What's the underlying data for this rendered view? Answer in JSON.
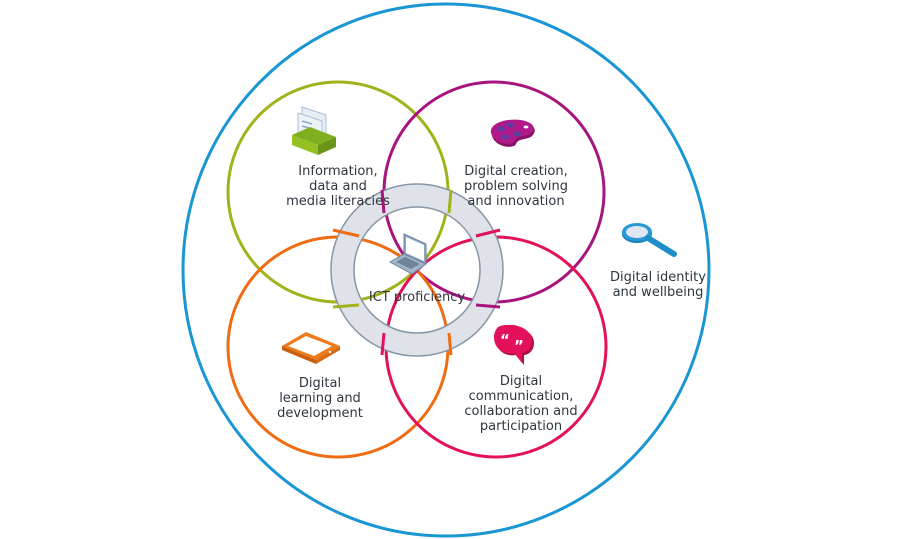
{
  "title": "Digital competence framework",
  "colors": {
    "outer": "#1a96d4",
    "info": "#a2b21c",
    "creation": "#a8147e",
    "learning": "#ef6c12",
    "communication": "#e3115a",
    "ring_fill": "#dfe3e9",
    "ring_stroke": "#8796a6",
    "text": "#2f3640"
  },
  "domains": {
    "information": {
      "lines": [
        "Information,",
        "data and",
        "media literacies"
      ],
      "icon": "card-file-icon"
    },
    "creation": {
      "lines": [
        "Digital creation,",
        "problem solving",
        "and innovation"
      ],
      "icon": "paint-palette-icon"
    },
    "learning": {
      "lines": [
        "Digital",
        "learning and",
        "development"
      ],
      "icon": "tablet-icon"
    },
    "communication": {
      "lines": [
        "Digital",
        "communication,",
        "collaboration and",
        "participation"
      ],
      "icon": "speech-bubble-quote-icon"
    },
    "identity": {
      "lines": [
        "Digital identity",
        "and wellbeing"
      ],
      "icon": "magnifying-glass-icon"
    },
    "core": {
      "lines": [
        "ICT proficiency"
      ],
      "icon": "laptop-icon"
    }
  }
}
